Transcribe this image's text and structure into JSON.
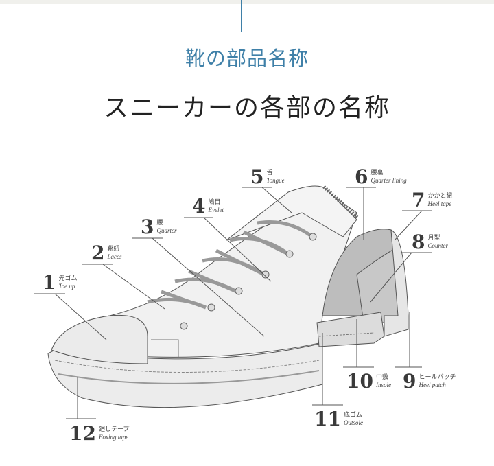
{
  "header": {
    "title": "靴の部品名称",
    "subtitle": "スニーカーの各部の名称"
  },
  "colors": {
    "accent": "#3f80a8",
    "text": "#222222"
  },
  "parts": [
    {
      "number": "1",
      "jp": "先ゴム",
      "en": "Toe up"
    },
    {
      "number": "2",
      "jp": "靴紐",
      "en": "Laces"
    },
    {
      "number": "3",
      "jp": "腰",
      "en": "Quarter"
    },
    {
      "number": "4",
      "jp": "鳩目",
      "en": "Eyelet"
    },
    {
      "number": "5",
      "jp": "舌",
      "en": "Tongue"
    },
    {
      "number": "6",
      "jp": "腰裏",
      "en": "Quarter lining"
    },
    {
      "number": "7",
      "jp": "かかと紐",
      "en": "Heel tape"
    },
    {
      "number": "8",
      "jp": "月型",
      "en": "Counter"
    },
    {
      "number": "9",
      "jp": "ヒールパッチ",
      "en": "Heel patch"
    },
    {
      "number": "10",
      "jp": "中敷",
      "en": "Insole"
    },
    {
      "number": "11",
      "jp": "底ゴム",
      "en": "Outsole"
    },
    {
      "number": "12",
      "jp": "廻しテープ",
      "en": "Foxing tape"
    }
  ]
}
